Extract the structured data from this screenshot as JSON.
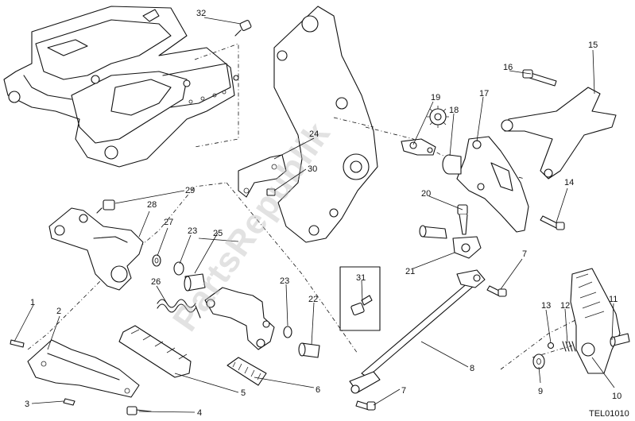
{
  "diagram": {
    "drawing_code": "TEL01010",
    "watermark_text": "PartsRepublik",
    "gear_icon": "gear-icon",
    "callouts": [
      "1",
      "2",
      "3",
      "4",
      "5",
      "6",
      "7",
      "7",
      "8",
      "9",
      "10",
      "11",
      "12",
      "13",
      "14",
      "15",
      "16",
      "17",
      "18",
      "19",
      "20",
      "21",
      "22",
      "23",
      "23",
      "24",
      "25",
      "26",
      "27",
      "28",
      "29",
      "30",
      "31",
      "32"
    ]
  }
}
